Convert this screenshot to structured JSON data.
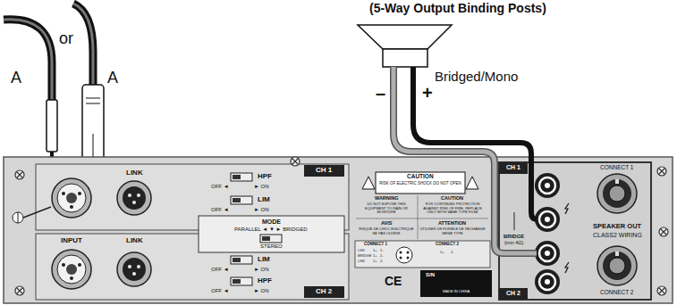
{
  "diagram": {
    "title": "(5-Way Output Binding Posts)",
    "labels": [
      "or",
      "A",
      "A",
      "Bridged/Mono",
      "–",
      "+",
      "LINK",
      "CH 1",
      "HPF",
      "OFF ◄",
      "► ON",
      "LIM",
      "OFF ◄",
      "► ON",
      "MODE",
      "PARALLEL ◄ ▼ ► BRIDGED",
      "STEREO",
      "INPUT",
      "LINK",
      "LIM",
      "OFF ◄",
      "► ON",
      "HPF",
      "OFF ◄",
      "► ON",
      "CH 2",
      "CAUTION",
      "RISK OF ELECTRIC SHOCK DO NOT OPEN",
      "WARNING",
      "DO NOT EXPOSE THIS EQUIPMENT TO RAIN OR MOISTURE",
      "CAUTION",
      "FOR CONTINUED PROTECTION AGAINST RISK OF FIRE, REPLACE ONLY WITH SAME TYPE FUSE",
      "AVIS",
      "RISQUE DE CHOC ELECTRIQUE NE PAS OUVRIR",
      "ATTENTION",
      "UTILISER UN FUSIBLE DE RECHANGE MEME TYPE",
      "CONNECT 1",
      "CH1",
      "1+",
      "1-",
      "BRIDGE",
      "1+",
      "2-",
      "CH2",
      "2+",
      "2-",
      "CONNECT 2",
      "1+",
      "1-",
      "CE",
      "S/N",
      "MADE IN CHINA",
      "CH 1",
      "CONNECT 1",
      "BRIDGE",
      "(min 4Ω)",
      "SPEAKER OUT",
      "CLASS2 WIRING",
      "CONNECT 2",
      "CH 2"
    ]
  }
}
